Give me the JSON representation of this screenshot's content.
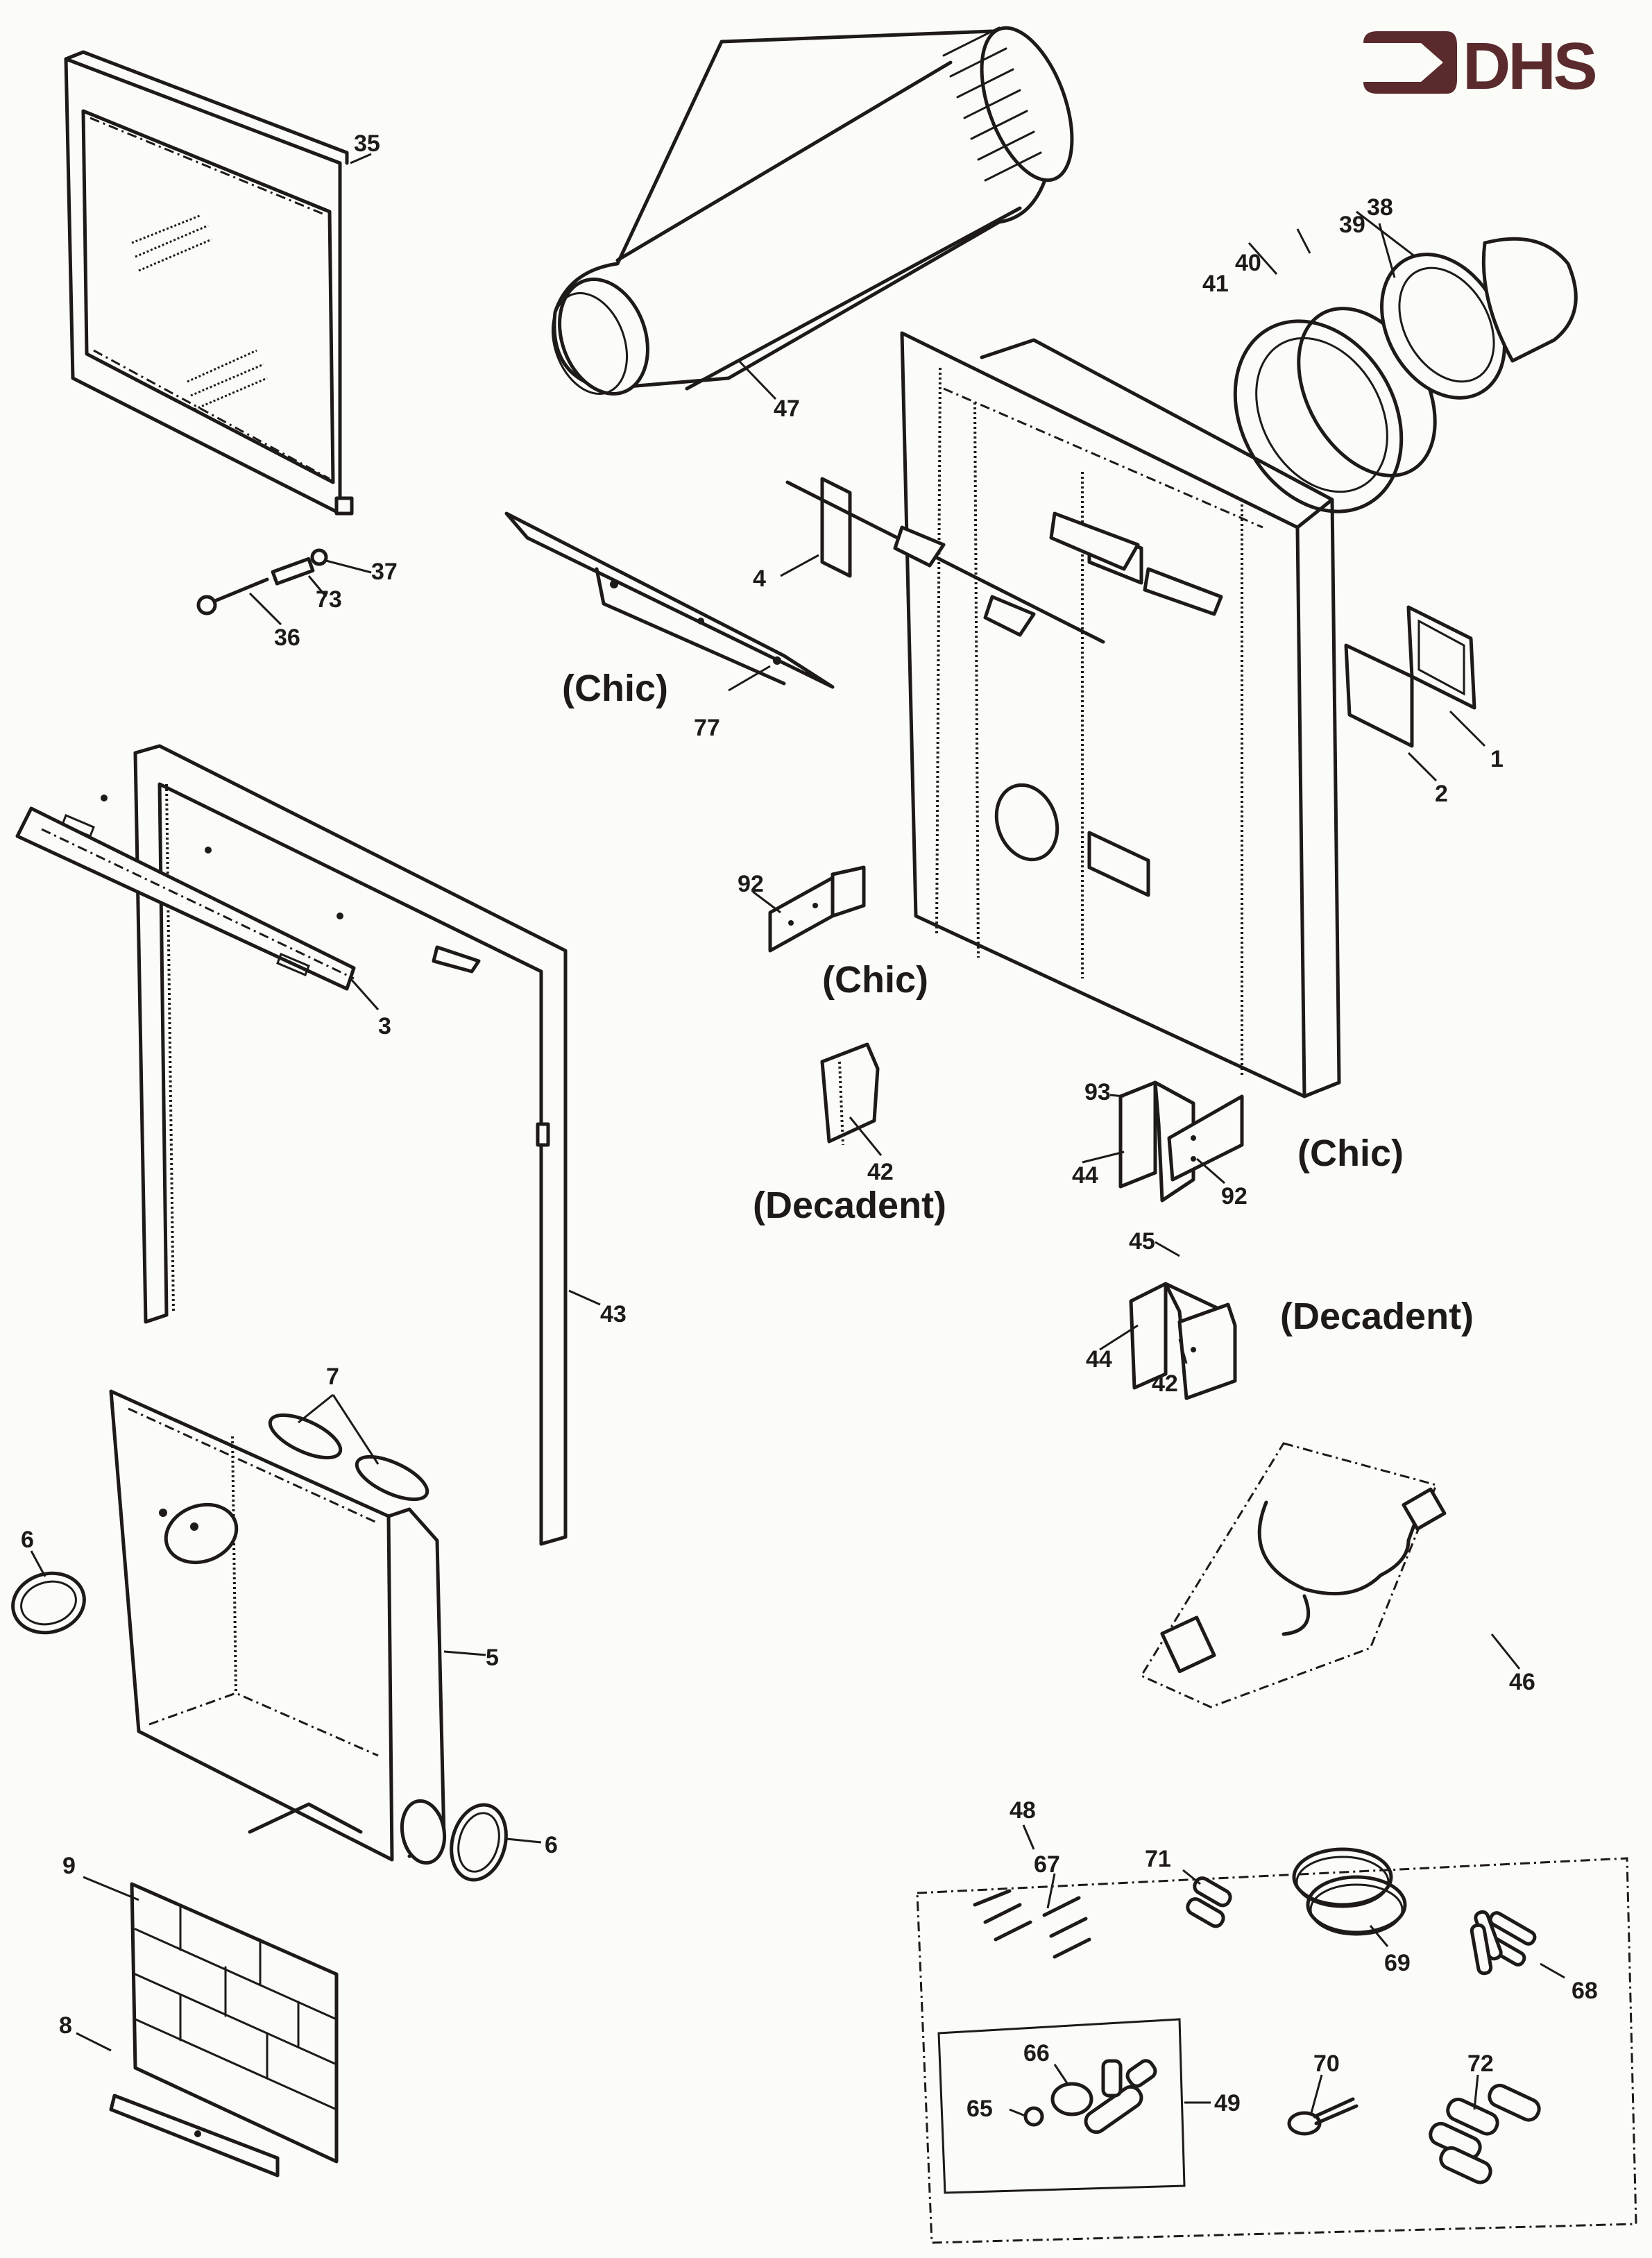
{
  "logo": {
    "text": "DHS",
    "color": "#5a2a2c"
  },
  "diagram_type": "Exploded parts diagram",
  "callouts": [
    {
      "id": "c35",
      "label": "35"
    },
    {
      "id": "c37",
      "label": "37"
    },
    {
      "id": "c73",
      "label": "73"
    },
    {
      "id": "c36",
      "label": "36"
    },
    {
      "id": "c47",
      "label": "47"
    },
    {
      "id": "c38",
      "label": "38"
    },
    {
      "id": "c39",
      "label": "39"
    },
    {
      "id": "c40",
      "label": "40"
    },
    {
      "id": "c41",
      "label": "41"
    },
    {
      "id": "c4",
      "label": "4"
    },
    {
      "id": "c77",
      "label": "77"
    },
    {
      "id": "c1",
      "label": "1"
    },
    {
      "id": "c2",
      "label": "2"
    },
    {
      "id": "c3",
      "label": "3"
    },
    {
      "id": "c92a",
      "label": "92"
    },
    {
      "id": "c42a",
      "label": "42"
    },
    {
      "id": "c93",
      "label": "93"
    },
    {
      "id": "c44a",
      "label": "44"
    },
    {
      "id": "c92b",
      "label": "92"
    },
    {
      "id": "c45",
      "label": "45"
    },
    {
      "id": "c44b",
      "label": "44"
    },
    {
      "id": "c42b",
      "label": "42"
    },
    {
      "id": "c43",
      "label": "43"
    },
    {
      "id": "c7",
      "label": "7"
    },
    {
      "id": "c6a",
      "label": "6"
    },
    {
      "id": "c5",
      "label": "5"
    },
    {
      "id": "c6b",
      "label": "6"
    },
    {
      "id": "c9",
      "label": "9"
    },
    {
      "id": "c8",
      "label": "8"
    },
    {
      "id": "c46",
      "label": "46"
    },
    {
      "id": "c48",
      "label": "48"
    },
    {
      "id": "c67",
      "label": "67"
    },
    {
      "id": "c71",
      "label": "71"
    },
    {
      "id": "c69",
      "label": "69"
    },
    {
      "id": "c68",
      "label": "68"
    },
    {
      "id": "c66",
      "label": "66"
    },
    {
      "id": "c65",
      "label": "65"
    },
    {
      "id": "c49",
      "label": "49"
    },
    {
      "id": "c70",
      "label": "70"
    },
    {
      "id": "c72",
      "label": "72"
    }
  ],
  "variant_labels": {
    "chic_77": "(Chic)",
    "chic_92": "(Chic)",
    "decadent_42": "(Decadent)",
    "chic_bracket": "(Chic)",
    "decadent_bracket": "(Decadent)"
  }
}
